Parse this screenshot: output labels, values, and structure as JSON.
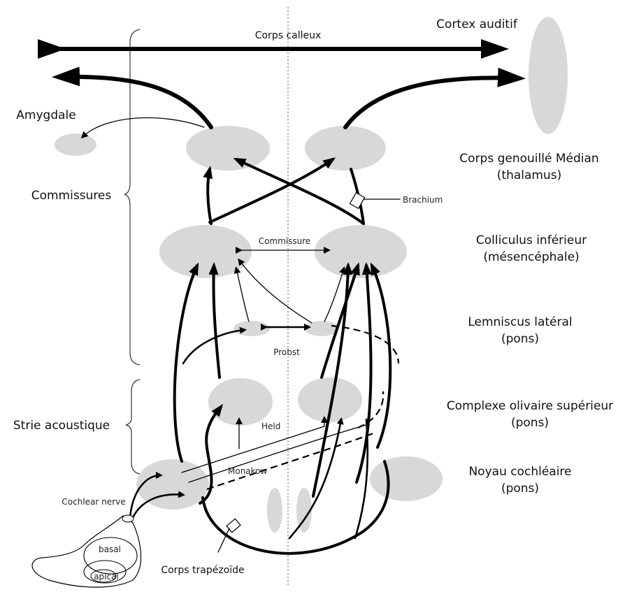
{
  "labels": {
    "corps_calleux": "Corps calleux",
    "cortex_auditif": "Cortex auditif",
    "amygdale": "Amygdale",
    "cgm_line1": "Corps genouillé Médian",
    "cgm_line2": "(thalamus)",
    "commissures": "Commissures",
    "brachium": "Brachium",
    "commissure": "Commissure",
    "ci_line1": "Colliculus inférieur",
    "ci_line2": "(mésencéphale)",
    "ll_line1": "Lemniscus latéral",
    "ll_line2": "(pons)",
    "probst": "Probst",
    "cos_line1": "Complexe olivaire supérieur",
    "cos_line2": "(pons)",
    "strie": "Strie acoustique",
    "held": "Held",
    "monakow": "Monakow",
    "nc_line1": "Noyau cochléaire",
    "nc_line2": "(pons)",
    "cochlear_nerve": "Cochlear nerve",
    "basal": "basal",
    "apical": "apical",
    "corps_trapezoide": "Corps trapézoïde"
  },
  "colors": {
    "node_fill": "#d8d8d8",
    "line": "#000000",
    "text": "#111111"
  }
}
